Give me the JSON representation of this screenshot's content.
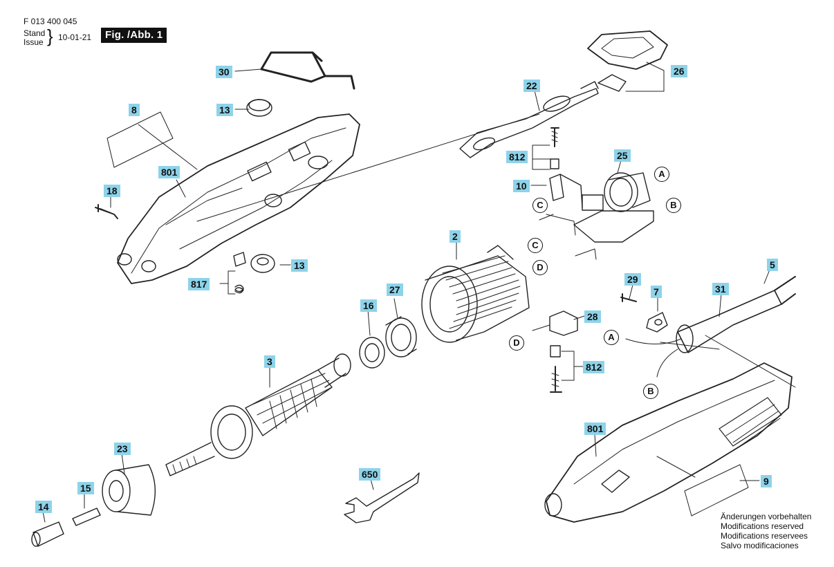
{
  "header": {
    "doc_number": "F 013 400 045",
    "stand": "Stand",
    "issue": "Issue",
    "date": "10-01-21",
    "figure": "Fig. /Abb. 1"
  },
  "part_labels": {
    "p30": "30",
    "p13a": "13",
    "p8": "8",
    "p801a": "801",
    "p18": "18",
    "p13b": "13",
    "p817": "817",
    "p22": "22",
    "p26": "26",
    "p812a": "812",
    "p25": "25",
    "p10": "10",
    "p2": "2",
    "p27": "27",
    "p16": "16",
    "p28": "28",
    "p812b": "812",
    "p29": "29",
    "p7": "7",
    "p31": "31",
    "p5": "5",
    "p3": "3",
    "p23": "23",
    "p15": "15",
    "p14": "14",
    "p650": "650",
    "p801b": "801",
    "p9": "9"
  },
  "connectors": {
    "a1": "A",
    "b1": "B",
    "c1": "C",
    "c2": "C",
    "d1": "D",
    "d2": "D",
    "a2": "A",
    "b2": "B"
  },
  "notes": [
    "Änderungen vorbehalten",
    "Modifications reserved",
    "Modifications reservees",
    "Salvo modificaciones"
  ]
}
